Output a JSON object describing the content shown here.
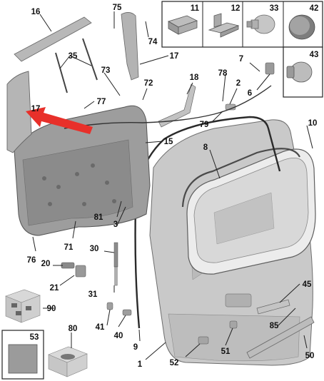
{
  "diagram": {
    "title": "",
    "colors": {
      "panel": "#c9c9c9",
      "panel_dark": "#8c8c8c",
      "trim": "#a6a6a6",
      "glass": "#dcdcdc",
      "arrow": "#e8302a",
      "line": "#222222"
    },
    "callouts": {
      "c1": "1",
      "c2": "2",
      "c3": "3",
      "c6": "6",
      "c7": "7",
      "c8": "8",
      "c9": "9",
      "c10": "10",
      "c11": "11",
      "c12": "12",
      "c15": "15",
      "c16": "16",
      "c17a": "17",
      "c17b": "17",
      "c18": "18",
      "c20": "20",
      "c21": "21",
      "c30": "30",
      "c31": "31",
      "c33": "33",
      "c35": "35",
      "c40": "40",
      "c41": "41",
      "c42": "42",
      "c43": "43",
      "c45": "45",
      "c50": "50",
      "c51": "51",
      "c52": "52",
      "c53": "53",
      "c71": "71",
      "c72": "72",
      "c73": "73",
      "c74": "74",
      "c75": "75",
      "c76": "76",
      "c77": "77",
      "c78": "78",
      "c79": "79",
      "c80": "80",
      "c81": "81",
      "c85": "85",
      "c90": "90"
    }
  }
}
